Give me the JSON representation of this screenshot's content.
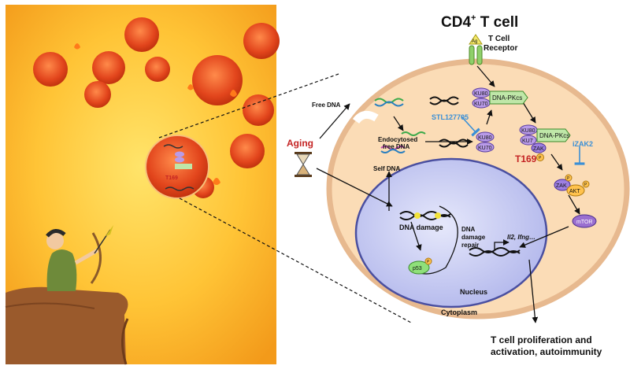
{
  "colors": {
    "membrane": "#e7b98f",
    "cytoplasm": "#fbdcb6",
    "nucleus": "#c9cdf2",
    "aging_red": "#c42323",
    "inhibitor_blue": "#3a8fd6",
    "t169_red": "#c42323",
    "ku_purple": "#b99be8",
    "dnapkcs_green": "#bfe7a8",
    "zak_purple": "#9d7fe0",
    "akt_orange": "#ffc24d",
    "mtor_purple": "#9a6fd0",
    "p53_green": "#8fe07a"
  },
  "illustration": {
    "description_icons": [
      "sun-cells",
      "archer",
      "cliff",
      "inset-cell"
    ],
    "inset_label": "T169"
  },
  "cell": {
    "title_main": "CD4",
    "title_sup": "+",
    "title_rest": " T cell",
    "tcr_line1": "T Cell",
    "tcr_line2": "Receptor",
    "ag_label": "Ag",
    "cytoplasm_label": "Cytoplasm",
    "nucleus_label": "Nucleus"
  },
  "labels": {
    "aging": "Aging",
    "free_dna": "Free DNA",
    "endocytosed_line1": "Endocytosed",
    "endocytosed_line2": "free DNA",
    "self_dna": "Self DNA",
    "stl": "STL127705",
    "izak2": "iZAK2",
    "t169": "T169",
    "p_small": "P",
    "dna_damage": "DNA damage",
    "repair_line1": "DNA",
    "repair_line2": "damage",
    "repair_line3": "repair",
    "genes": "Il2, Ifng…",
    "outcome_line1": "T cell proliferation and",
    "outcome_line2": "activation, autoimmunity"
  },
  "proteins": {
    "ku80": "KU80",
    "ku70": "KU70",
    "ku7_trunc": "KU7",
    "dnapkcs": "DNA-PKcs",
    "zak": "ZAK",
    "akt": "AKT",
    "mtor": "mTOR",
    "p53": "p53"
  }
}
